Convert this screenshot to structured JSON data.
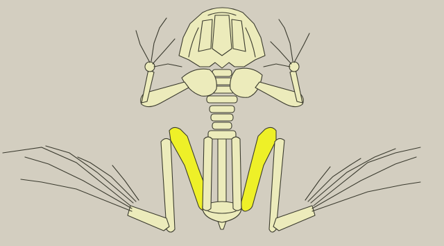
{
  "colors": {
    "background": "#d3cec0",
    "bone": "#ecebbb",
    "highlight": "#eef028",
    "outline": "#3a3a2e"
  },
  "diagram": {
    "subject": "frog-skeleton",
    "highlighted_parts": [
      "left-ilium",
      "right-ilium"
    ]
  }
}
